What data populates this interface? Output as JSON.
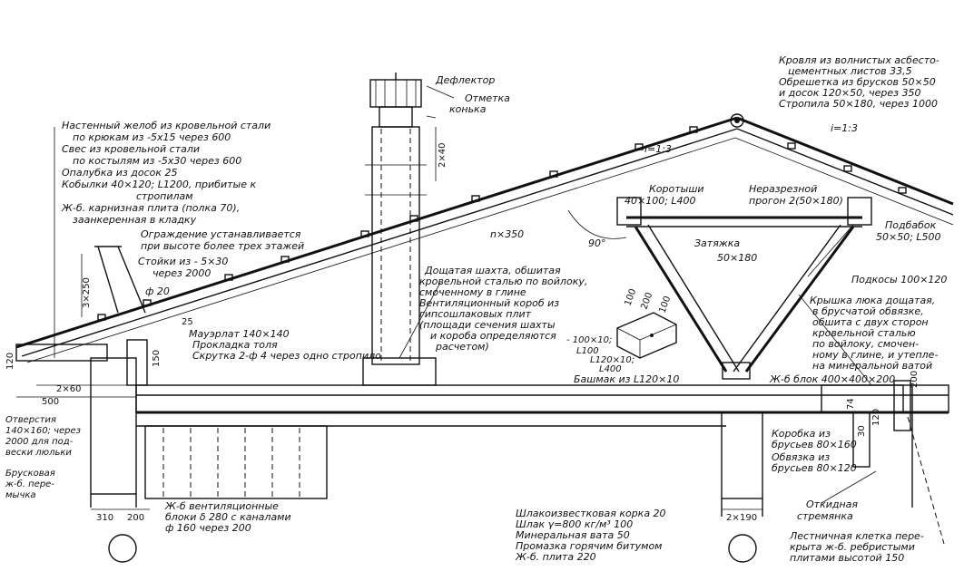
{
  "labels": {
    "gutter": [
      "Настенный желоб из кровельной стали",
      "по крюкам из -5х15 через 600",
      "Свес из кровельной стали",
      "по костылям из -5х30 через 600",
      "Опалубка из досок 25",
      "Кобылки 40×120; L1200, прибитые к",
      "стропилам",
      "Ж-б. карнизная плита (полка 70),",
      "заанкеренная в кладку"
    ],
    "railing": [
      "Ограждение устанавливается",
      "при высоте более трех этажей"
    ],
    "posts": [
      "Стойки из - 5×30",
      "через 2000"
    ],
    "post_dia": "ф 20",
    "deflector": "Дефлектор",
    "ridge_mark": [
      "Отметка",
      "конька"
    ],
    "slope_left": "i=1:3",
    "slope_right": "i=1:3",
    "roofing": [
      "Кровля из волнистых асбесто-",
      "цементных листов 33,5",
      "Обрешетка из брусков 50×50",
      "и досок 120×50, через 350",
      "Стропила 50×180, через 1000"
    ],
    "braces_short": [
      "Коротыши",
      "40×100; L400"
    ],
    "purlin": [
      "Неразрезной",
      "прогон 2(50×180)"
    ],
    "subbrace": [
      "Подбабок",
      "50×50; L500"
    ],
    "tie": [
      "Затяжка",
      "50×180"
    ],
    "struts": "Подкосы 100×120",
    "spacing": "n×350",
    "angle": "90°",
    "dim_240": "2×40",
    "dim_250": "3×250",
    "mauerlat": [
      "Мауэрлат 140×140",
      "Прокладка толя",
      "Скрутка 2-ф 4 через одно стропило"
    ],
    "shaft": [
      "Дощатая шахта, обшитая",
      "кровельной сталью по войлоку,",
      "смоченному в глине",
      "Вентиляционный короб из",
      "гипсошлаковых плит",
      "(площади сечения шахты",
      "и короба определяются",
      "расчетом)"
    ],
    "detail_dims": [
      "100",
      "200",
      "100"
    ],
    "detail_labels": [
      "- 100×10;",
      "L100",
      "L120×10;",
      "L400"
    ],
    "shoe": "Башмак из L120×10",
    "hatch_cover": [
      "Крышка люка дощатая,",
      "в брусчатой обвязке,",
      "обшита с двух сторон",
      "кровельной сталью",
      "по войлоку, смочен-",
      "ному в глине, и утепле-",
      "на минеральной ватой"
    ],
    "block": "Ж-б блок 400×400×200",
    "openings": [
      "Отверстия",
      "140×160; через",
      "2000 для под-",
      "вески люльки"
    ],
    "lintel": [
      "Брусковая",
      "ж-б. пере-",
      "мычка"
    ],
    "vent_blocks": [
      "Ж-б вентиляционные",
      "блоки δ 280 с каналами",
      "ф 160 через 200"
    ],
    "layers": [
      "Шлакоизвестковая корка 20",
      "Шлак γ=800 кг/м³ 100",
      "Минеральная вата 50",
      "Промазка горячим битумом",
      "Ж-б. плита 220"
    ],
    "box": [
      "Коробка из",
      "брусьев 80×160",
      "Обвязка из",
      "брусьев 80×120"
    ],
    "ladder": [
      "Откидная",
      "стремянка"
    ],
    "stair": [
      "Лестничная клетка пере-",
      "крыта ж-б. ребристыми",
      "плитами высотой 150"
    ],
    "dims_bottom_left": [
      "310",
      "200"
    ],
    "dims_bottom_mid": [
      "2×",
      "190"
    ],
    "dims_left": [
      "500",
      "2×60",
      "120",
      "25",
      "150"
    ],
    "dims_right": [
      "74",
      "30",
      "120",
      "200"
    ]
  }
}
